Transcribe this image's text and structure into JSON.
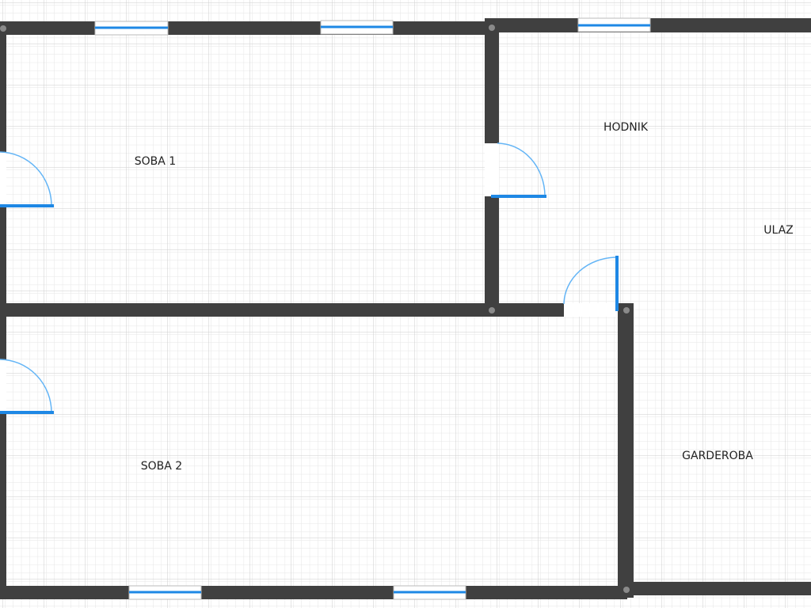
{
  "rooms": {
    "soba1": "SOBA 1",
    "hodnik": "HODNIK",
    "ulaz": "ULAZ",
    "soba2": "SOBA 2",
    "garderoba": "GARDEROBA"
  },
  "colors": {
    "wall": "#404040",
    "opening": "#1e88e5",
    "arc": "#64b5f6",
    "grid_minor": "#e6e6e6",
    "grid_major": "#cfcfcf"
  }
}
